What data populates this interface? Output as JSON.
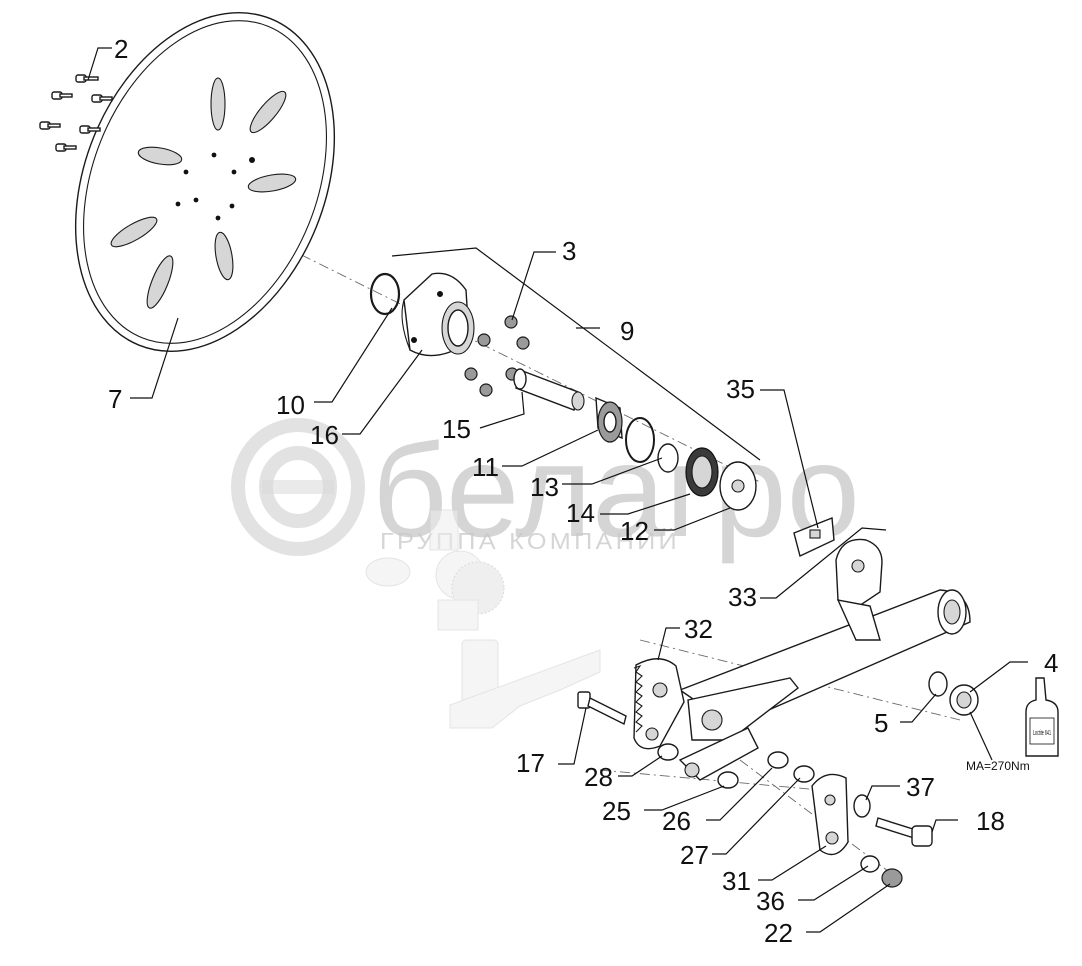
{
  "watermark": {
    "brand": "белагро",
    "tagline": "ГРУППА КОМПАНИЙ"
  },
  "torque_note": "MA=270Nm",
  "threadlocker_label": "Loctite 641",
  "callouts": [
    {
      "id": "c2",
      "label": "2"
    },
    {
      "id": "c3",
      "label": "3"
    },
    {
      "id": "c9",
      "label": "9"
    },
    {
      "id": "c7",
      "label": "7"
    },
    {
      "id": "c10",
      "label": "10"
    },
    {
      "id": "c16",
      "label": "16"
    },
    {
      "id": "c15",
      "label": "15"
    },
    {
      "id": "c35",
      "label": "35"
    },
    {
      "id": "c11",
      "label": "11"
    },
    {
      "id": "c13",
      "label": "13"
    },
    {
      "id": "c14",
      "label": "14"
    },
    {
      "id": "c12",
      "label": "12"
    },
    {
      "id": "c33",
      "label": "33"
    },
    {
      "id": "c32",
      "label": "32"
    },
    {
      "id": "c4",
      "label": "4"
    },
    {
      "id": "c5",
      "label": "5"
    },
    {
      "id": "c17",
      "label": "17"
    },
    {
      "id": "c28",
      "label": "28"
    },
    {
      "id": "c25",
      "label": "25"
    },
    {
      "id": "c26",
      "label": "26"
    },
    {
      "id": "c37",
      "label": "37"
    },
    {
      "id": "c18",
      "label": "18"
    },
    {
      "id": "c27",
      "label": "27"
    },
    {
      "id": "c31",
      "label": "31"
    },
    {
      "id": "c36",
      "label": "36"
    },
    {
      "id": "c22",
      "label": "22"
    }
  ]
}
